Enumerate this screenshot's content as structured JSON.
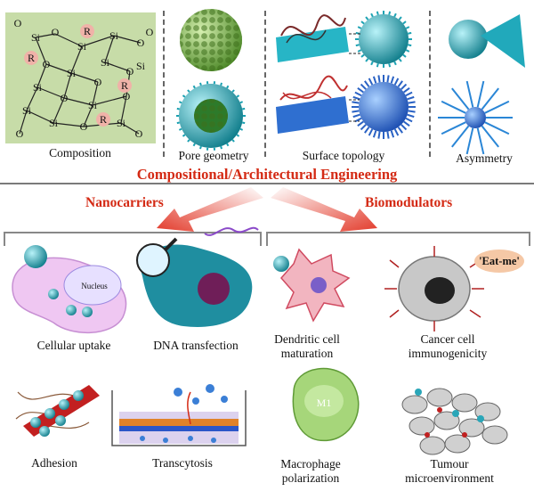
{
  "top_row": {
    "composition_label": "Composition",
    "pore_label": "Pore geometry",
    "surface_label": "Surface topology",
    "asymmetry_label": "Asymmetry"
  },
  "silica_network": {
    "si": "Si",
    "o": "O",
    "r": "R"
  },
  "main_title": "Compositional/Architectural Engineering",
  "nanocarriers": {
    "title": "Nanocarriers",
    "cellular_uptake": "Cellular uptake",
    "nucleus": "Nucleus",
    "dna_transfection": "DNA transfection",
    "adhesion": "Adhesion",
    "transcytosis": "Transcytosis"
  },
  "biomodulators": {
    "title": "Biomodulators",
    "dendritic_cell": "Dendritic cell maturation",
    "cancer_cell": "Cancer cell immunogenicity",
    "eat_me": "'Eat-me'",
    "macrophage": "Macrophage polarization",
    "m1": "M1",
    "tumour": "Tumour microenvironment"
  },
  "colors": {
    "accent_red": "#d42a14",
    "panel_green": "#c7dca8",
    "sphere_green": "#8ec25a",
    "cyan": "#26b8c8",
    "blue": "#3b7fd6"
  }
}
